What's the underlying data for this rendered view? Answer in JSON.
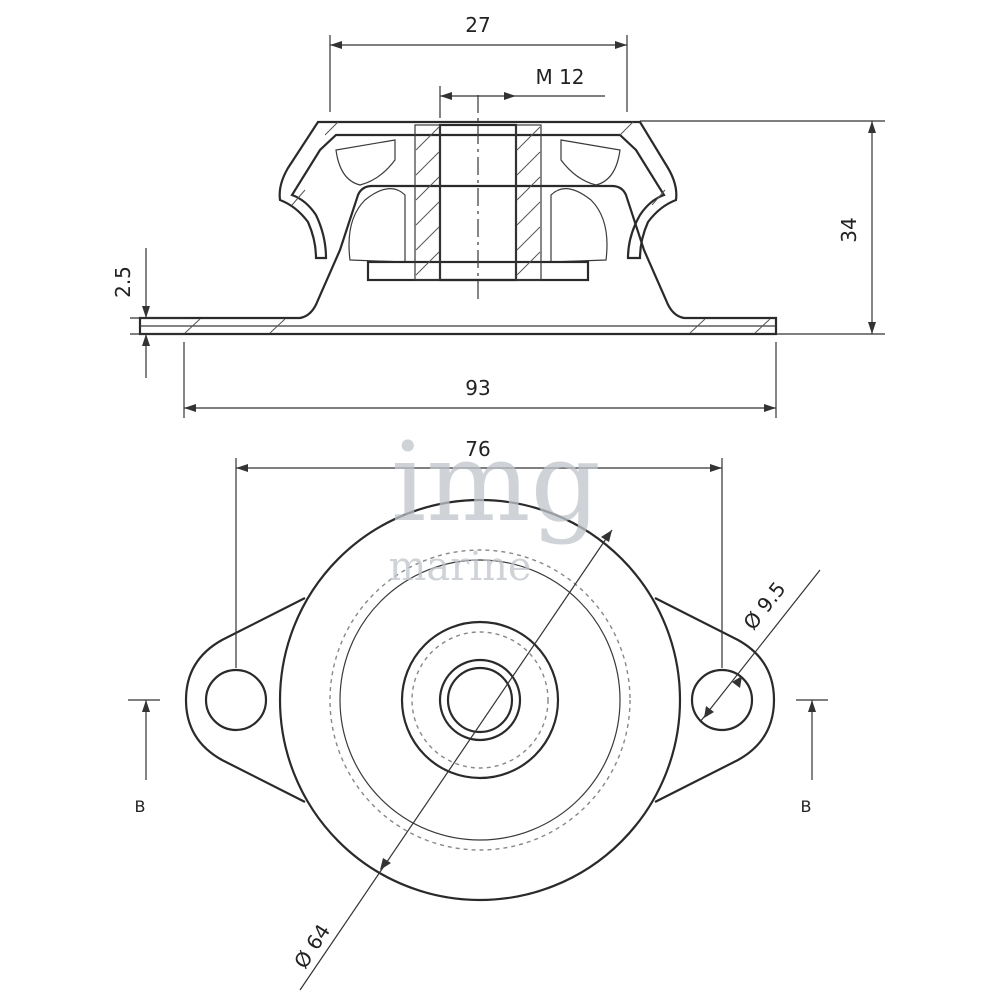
{
  "dimensions": {
    "top_width": "27",
    "thread": "M 12",
    "height": "34",
    "plate_thickness": "2.5",
    "base_length": "93",
    "hole_spacing": "76",
    "hole_diameter": "Ø 9.5",
    "body_diameter": "Ø 64"
  },
  "section_marker": "B",
  "watermark": {
    "brand": "img",
    "sub": "marine"
  },
  "colors": {
    "line": "#2a2a2a",
    "watermark": "#bfc5cc"
  }
}
